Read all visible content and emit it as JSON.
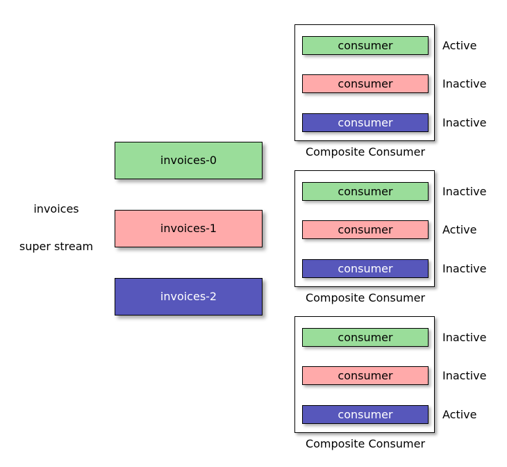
{
  "colors": {
    "green": "#9ADD9A",
    "pink": "#FFAAAA",
    "blue": "#5757BB",
    "border": "#000000",
    "background": "#FFFFFF",
    "text": "#000000",
    "text_on_blue": "#FFFFFF"
  },
  "stream": {
    "name": "invoices",
    "kind": "super stream"
  },
  "partitions": [
    {
      "label": "invoices-0",
      "color": "green"
    },
    {
      "label": "invoices-1",
      "color": "pink"
    },
    {
      "label": "invoices-2",
      "color": "blue"
    }
  ],
  "composites": [
    {
      "title": "Composite Consumer",
      "consumers": [
        {
          "label": "consumer",
          "color": "green",
          "status": "Active"
        },
        {
          "label": "consumer",
          "color": "pink",
          "status": "Inactive"
        },
        {
          "label": "consumer",
          "color": "blue",
          "status": "Inactive"
        }
      ]
    },
    {
      "title": "Composite Consumer",
      "consumers": [
        {
          "label": "consumer",
          "color": "green",
          "status": "Inactive"
        },
        {
          "label": "consumer",
          "color": "pink",
          "status": "Active"
        },
        {
          "label": "consumer",
          "color": "blue",
          "status": "Inactive"
        }
      ]
    },
    {
      "title": "Composite Consumer",
      "consumers": [
        {
          "label": "consumer",
          "color": "green",
          "status": "Inactive"
        },
        {
          "label": "consumer",
          "color": "pink",
          "status": "Inactive"
        },
        {
          "label": "consumer",
          "color": "blue",
          "status": "Active"
        }
      ]
    }
  ]
}
